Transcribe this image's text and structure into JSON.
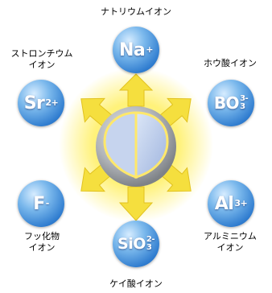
{
  "diagram": {
    "ions": [
      {
        "id": "sodium",
        "symbol": "Na",
        "charge": "+",
        "subscript": "",
        "label": [
          "ナトリウムイオン"
        ]
      },
      {
        "id": "borate",
        "symbol": "BO",
        "charge": "3-",
        "subscript": "3",
        "label": [
          "ホウ酸イオン"
        ]
      },
      {
        "id": "aluminium",
        "symbol": "Al",
        "charge": "3+",
        "subscript": "",
        "label": [
          "アルミニウム",
          "イオン"
        ]
      },
      {
        "id": "silicate",
        "symbol": "SiO",
        "charge": "2-",
        "subscript": "3",
        "label": [
          "ケイ酸イオン"
        ]
      },
      {
        "id": "fluoride",
        "symbol": "F",
        "charge": "-",
        "subscript": "",
        "label": [
          "フッ化物",
          "イオン"
        ]
      },
      {
        "id": "strontium",
        "symbol": "Sr",
        "charge": "2+",
        "subscript": "",
        "label": [
          "ストロンチウム",
          "イオン"
        ]
      }
    ],
    "colors": {
      "ion_blue": "#2f7ccf",
      "arrow_yellow": "#f7e14a",
      "center_grey": "#9a9ea3",
      "center_blue": "#b9c8e6"
    }
  }
}
